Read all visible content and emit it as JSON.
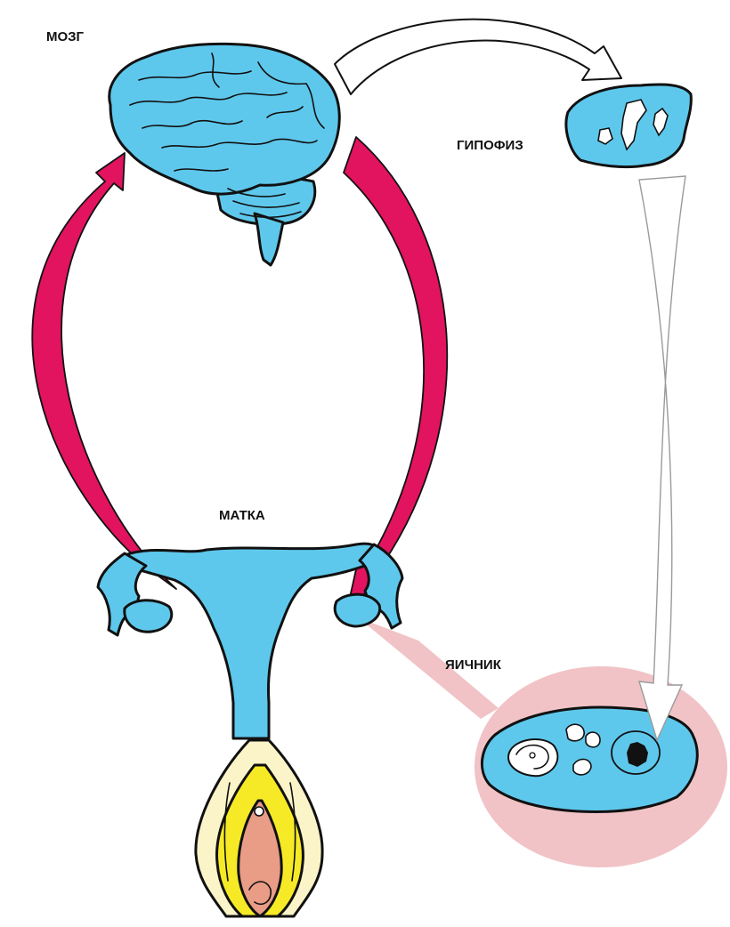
{
  "labels": {
    "brain": "МОЗГ",
    "pituitary": "ГИПОФИЗ",
    "uterus": "МАТКА",
    "ovary": "ЯИЧНИК"
  },
  "colors": {
    "organ": "#5ec8ec",
    "arrow": "#e2135f",
    "bubble": "#f1c3c6",
    "vulva_outer": "#fbf4c8",
    "vulva_inner": "#f6ea27",
    "vestibule": "#e99c86"
  }
}
